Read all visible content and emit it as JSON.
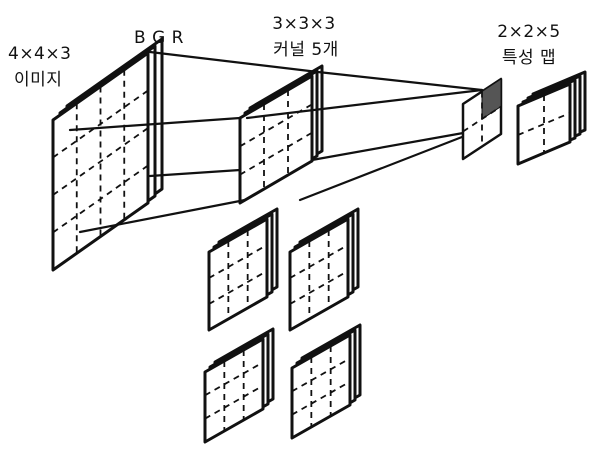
{
  "labels": {
    "image_size": "4×4×3",
    "image": "이미지",
    "channels": "B G R",
    "kernel_size": "3×3×3",
    "kernel": "커널 5개",
    "feature_size": "2×2×5",
    "feature": "특성 맵"
  },
  "colors": {
    "ink": "#111111",
    "paper": "#ffffff",
    "hatch": "#555555"
  }
}
